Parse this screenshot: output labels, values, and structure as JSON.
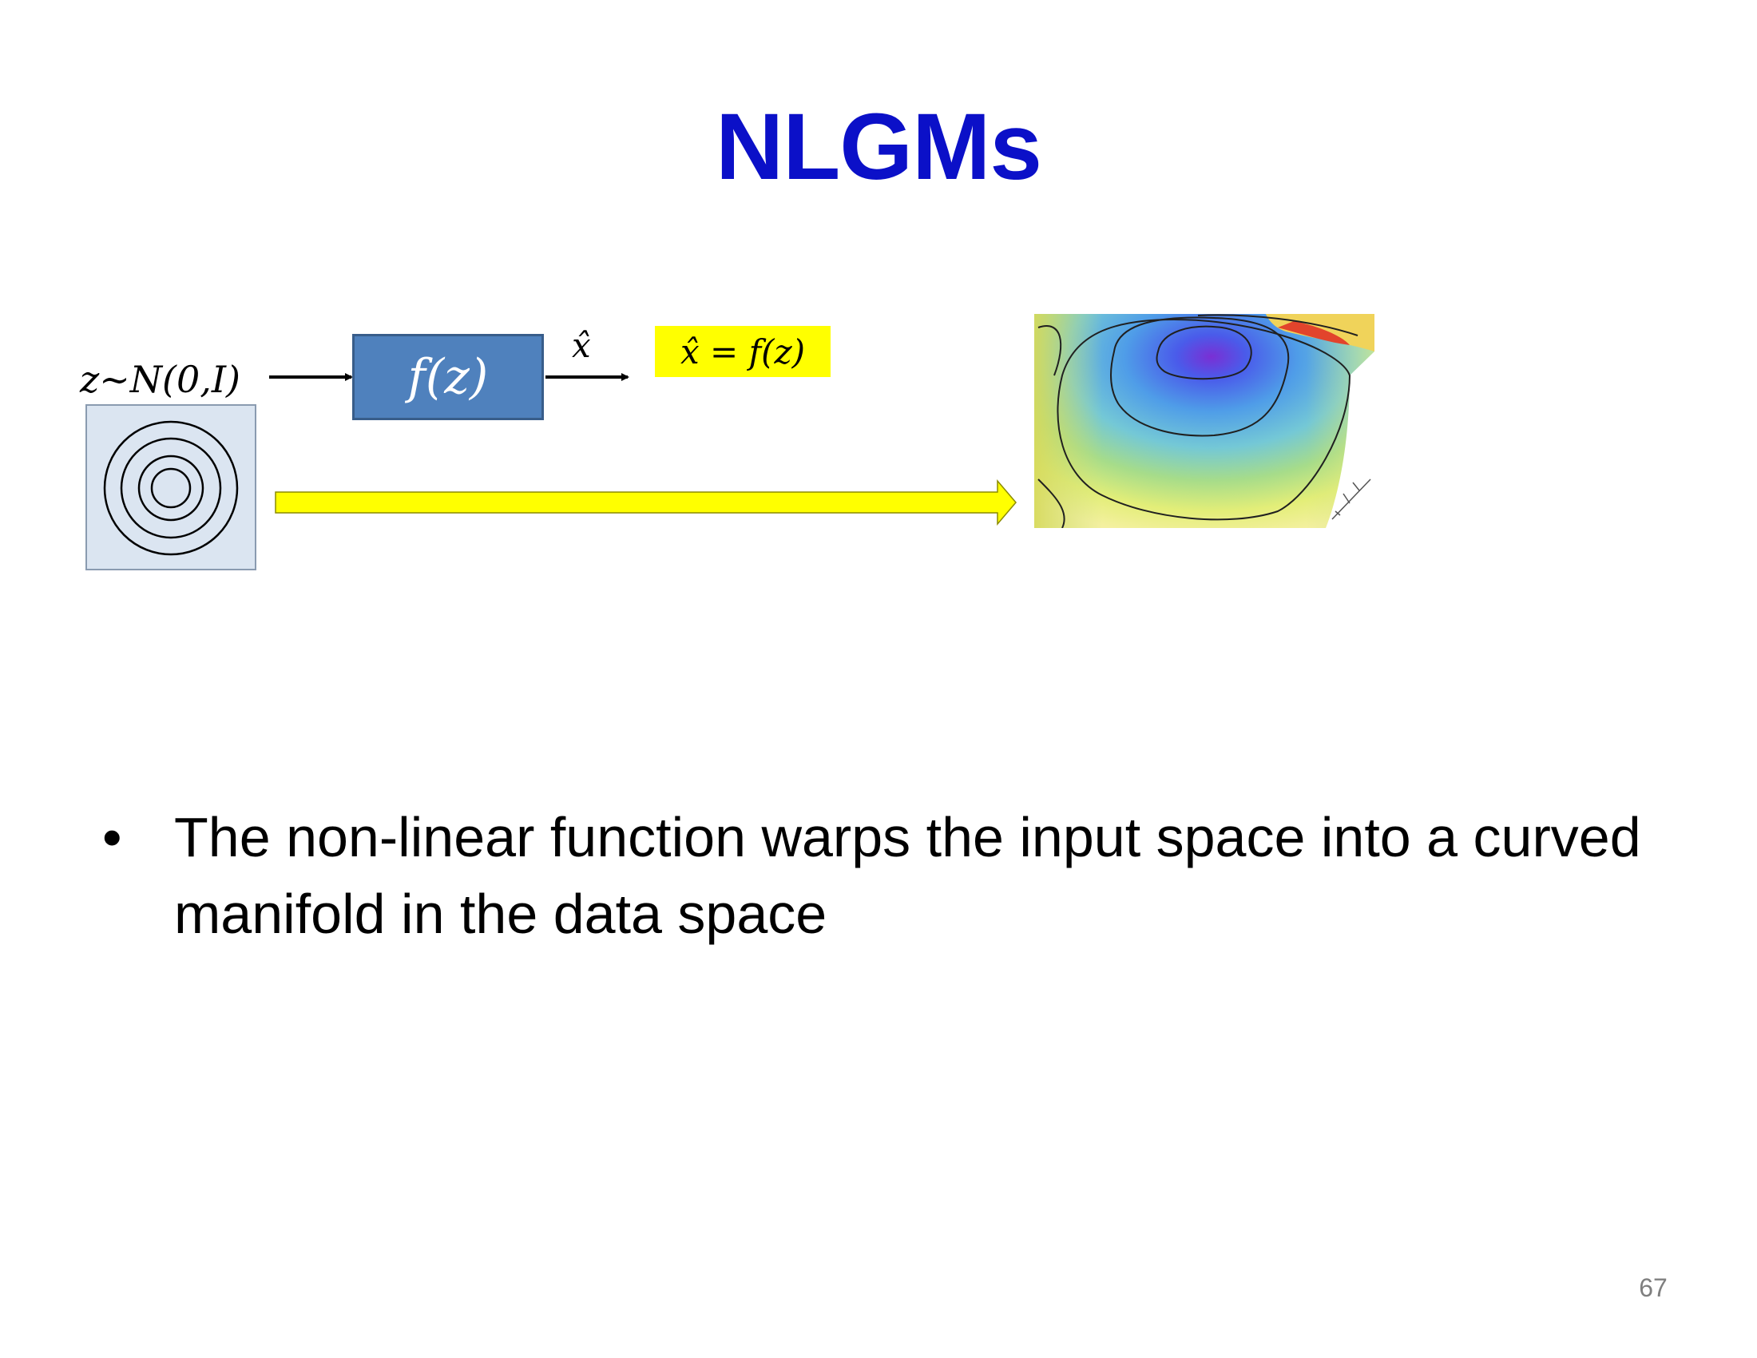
{
  "slide": {
    "title": "NLGMs",
    "page_number": "67"
  },
  "diagram": {
    "latent_label": "z∼N(0,I)",
    "function_label": "f(z)",
    "output_label": "x̂",
    "equation_label": "x̂ = f(z)",
    "arrow_fill_color": "#ffff00",
    "function_box_color": "#4f81bd",
    "latent_box_color": "#dbe5f1"
  },
  "bullets": [
    {
      "marker": "•",
      "text": "The non-linear function warps the input space into a curved manifold in the data space"
    }
  ],
  "colors": {
    "title": "#0b10c8",
    "page_number": "#7f7f7f"
  }
}
